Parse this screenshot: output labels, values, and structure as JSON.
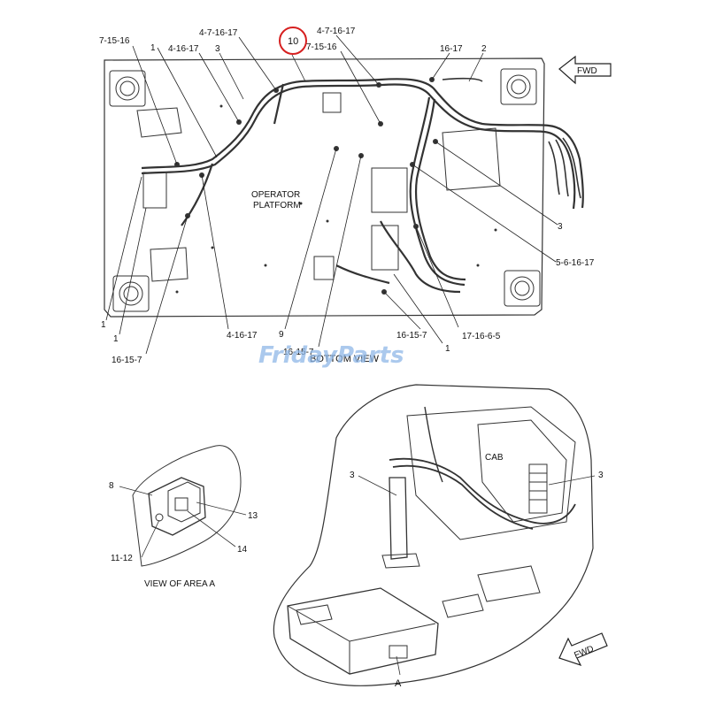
{
  "top_view": {
    "caption": "BOTTOM VIEW",
    "platform_label_line1": "OPERATOR",
    "platform_label_line2": "PLATFORM",
    "direction_label": "FWD",
    "highlighted_callout": "10",
    "callouts": {
      "c1": "7-15-16",
      "c2": "1",
      "c3": "4-16-17",
      "c4": "3",
      "c5": "4-7-16-17",
      "c6": "4-7-16-17",
      "c7": "7-15-16",
      "c8": "16-17",
      "c9": "2",
      "c10": "3",
      "c11": "5-6-16-17",
      "c12": "17-16-6-5",
      "c13": "1",
      "c14": "16-15-7",
      "c15": "16-15-7",
      "c16": "9",
      "c17": "4-16-17",
      "c18": "16-15-7",
      "c19": "1",
      "c20": "1"
    }
  },
  "area_view": {
    "caption": "VIEW OF AREA A",
    "callouts": {
      "a1": "8",
      "a2": "13",
      "a3": "14",
      "a4": "11-12"
    }
  },
  "cab_view": {
    "cab_label": "CAB",
    "direction_label": "FWD",
    "area_marker": "A",
    "callouts": {
      "b1": "3",
      "b2": "3"
    }
  },
  "watermark": "FridayParts",
  "colors": {
    "line": "#222222",
    "highlight_circle": "#d62020",
    "watermark": "#8fb8e8"
  }
}
